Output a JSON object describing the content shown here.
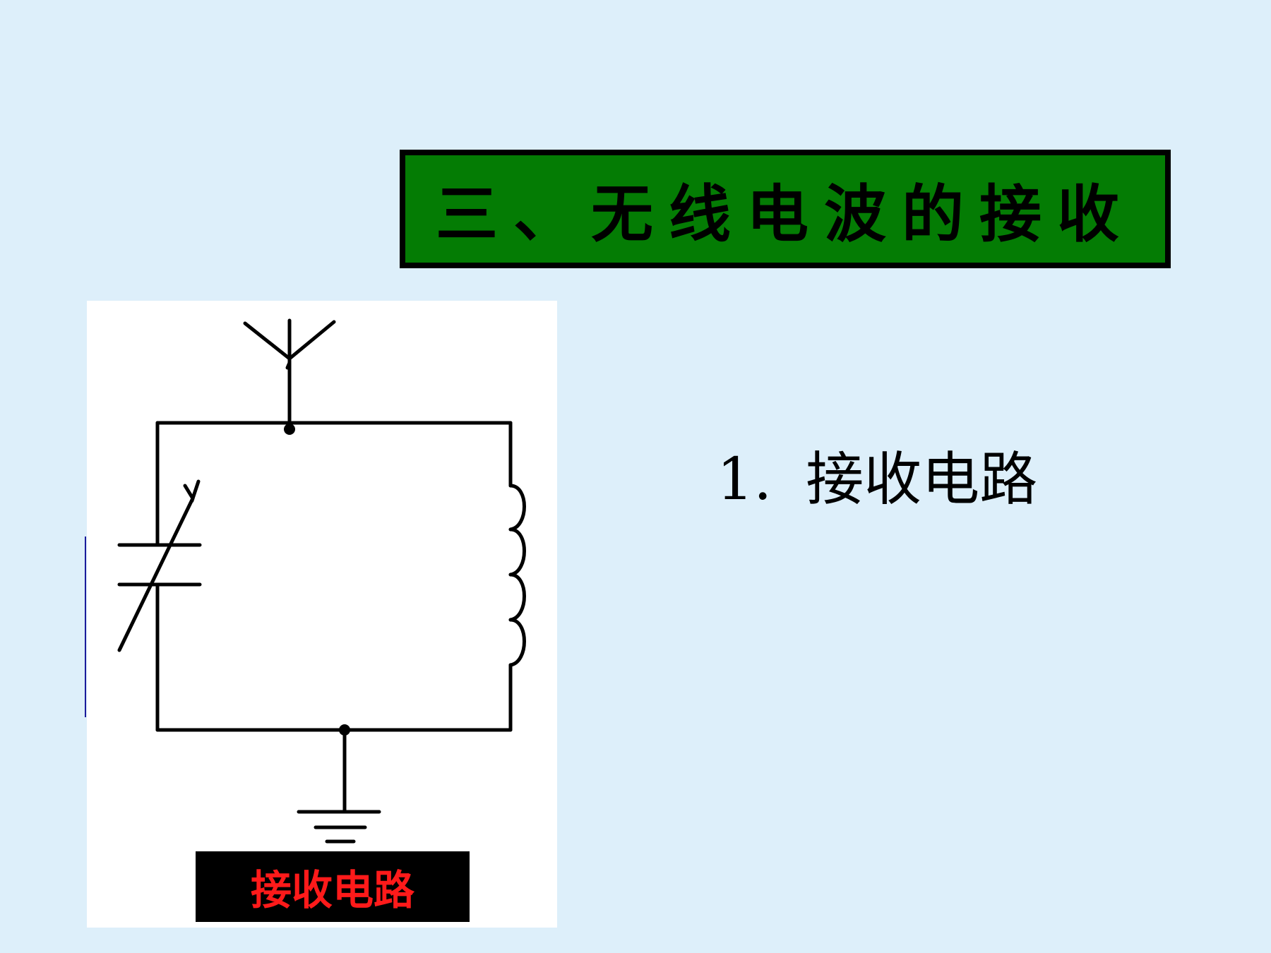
{
  "slide": {
    "title": "三、无线电波的接收",
    "section_number": "1.",
    "section_title": "接收电路"
  },
  "diagram": {
    "caption": "接收电路",
    "caption_color": "#ff1a1a",
    "components": [
      "antenna",
      "variable-capacitor",
      "inductor-coil",
      "ground"
    ]
  },
  "colors": {
    "background": "#ddeffa",
    "title_box": "#047c04",
    "panel": "#ffffff",
    "wire": "#000000"
  }
}
